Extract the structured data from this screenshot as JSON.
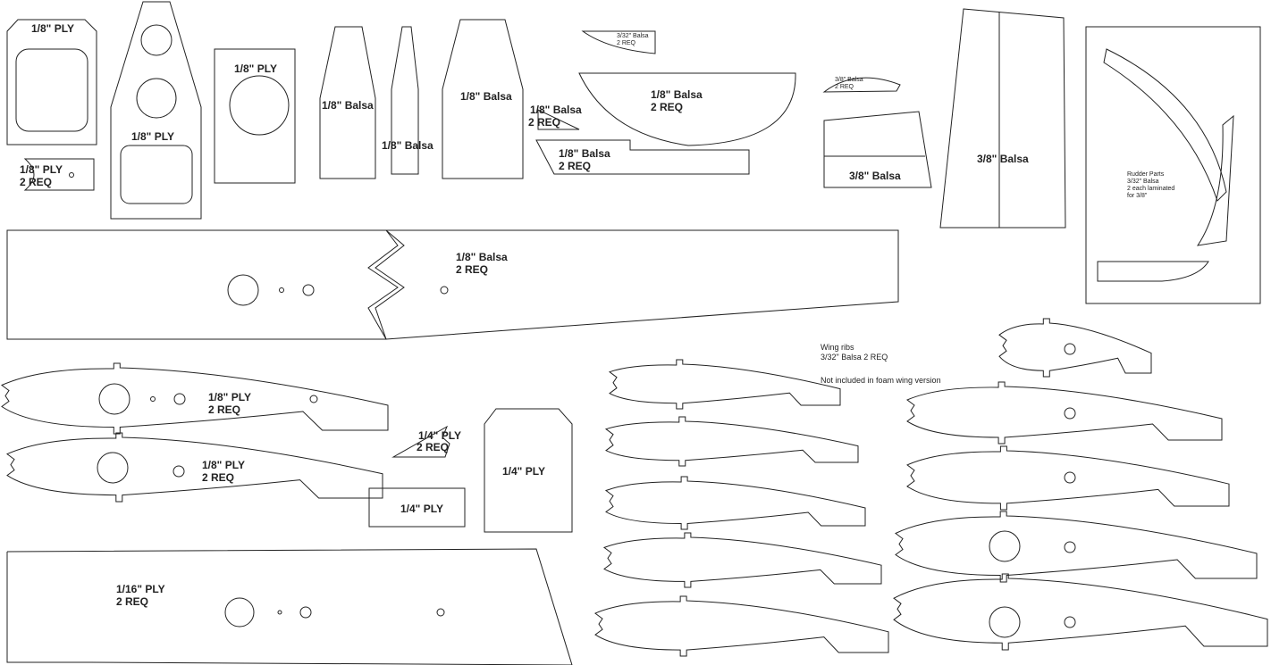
{
  "labels": {
    "plate_tl": "1/8\" PLY",
    "small_tl": [
      "1/8\" PLY",
      "2 REQ"
    ],
    "former_tall": "1/8\" PLY",
    "plate_circle": "1/8\" PLY",
    "balsa_a": "1/8\" Balsa",
    "balsa_b": "1/8\" Balsa",
    "balsa_c": "1/8\" Balsa",
    "small_3_32": [
      "3/32\" Balsa",
      "2 REQ"
    ],
    "half_moon": [
      "1/8\" Balsa",
      "2 REQ"
    ],
    "triangle_18": [
      "1/8\" Balsa",
      "2 REQ"
    ],
    "strip_18": [
      "1/8\" Balsa",
      "2 REQ"
    ],
    "small_3_8": [
      "3/8\" Balsa",
      "2 REQ"
    ],
    "block_3_8": "3/8\" Balsa",
    "fin": "3/8\" Balsa",
    "rudder": [
      "Rudder Parts",
      "3/32\" Balsa",
      "2 each laminated",
      "for 3/8\""
    ],
    "fuselage_side": [
      "1/8\" Balsa",
      "2 REQ"
    ],
    "rib_ply_1": [
      "1/8\" PLY",
      "2 REQ"
    ],
    "rib_ply_2": [
      "1/8\" PLY",
      "2 REQ"
    ],
    "triangle_14": [
      "1/4\" PLY",
      "2 REQ"
    ],
    "rect_14": "1/4\" PLY",
    "tall_14": "1/4\" PLY",
    "bottom_116": [
      "1/16\" PLY",
      "2 REQ"
    ],
    "wing_ribs": [
      "Wing ribs",
      "3/32\" Balsa 2 REQ",
      "Not included in foam wing version"
    ]
  }
}
